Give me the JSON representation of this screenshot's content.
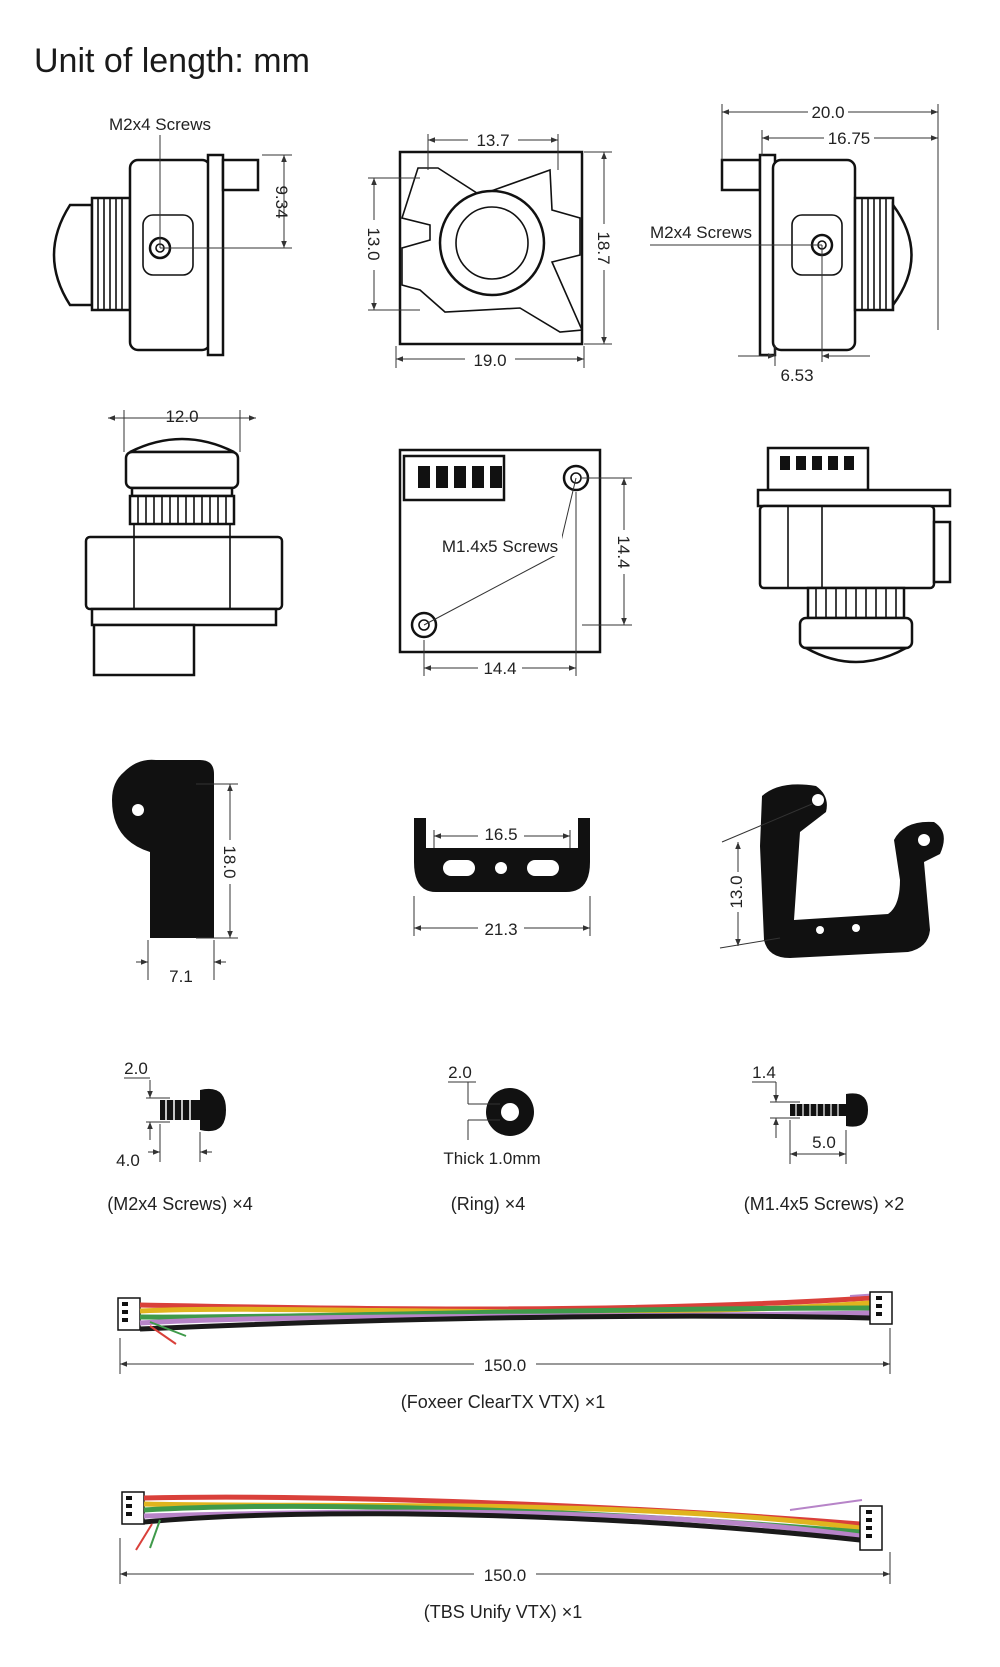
{
  "title": "Unit of length: mm",
  "views": {
    "left_side": {
      "screws_label": "M2x4 Screws",
      "height": "9.34"
    },
    "front": {
      "inner_width": "13.7",
      "inner_height": "13.0",
      "height": "18.7",
      "width": "19.0"
    },
    "right_side": {
      "depth_total": "20.0",
      "depth_body": "16.75",
      "screws_label": "M2x4 Screws",
      "screw_offset": "6.53"
    },
    "top": {
      "width": "12.0"
    },
    "back": {
      "screws_label": "M1.4x5 Screws",
      "hole_height": "14.4",
      "hole_width": "14.4"
    }
  },
  "brackets": {
    "l_mount": {
      "height": "18.0",
      "width": "7.1"
    },
    "flat_u": {
      "inner": "16.5",
      "outer": "21.3"
    },
    "tall_u": {
      "height": "13.0"
    }
  },
  "hardware": {
    "m2_screw": {
      "head": "2.0",
      "length": "4.0",
      "caption": "(M2x4 Screws) ×4"
    },
    "ring": {
      "size": "2.0",
      "note": "Thick 1.0mm",
      "caption": "(Ring) ×4"
    },
    "m14_screw": {
      "head": "1.4",
      "length": "5.0",
      "caption": "(M1.4x5 Screws) ×2"
    }
  },
  "cables": [
    {
      "length": "150.0",
      "caption": "(Foxeer ClearTX VTX) ×1"
    },
    {
      "length": "150.0",
      "caption": "(TBS Unify VTX) ×1"
    }
  ],
  "colors": {
    "line": "#333333",
    "metal": "#111111",
    "wire_red": "#d9403a",
    "wire_yellow": "#e0b41e",
    "wire_green": "#3f9a4a",
    "wire_purple": "#b784c8",
    "wire_black": "#1a1a1a"
  }
}
